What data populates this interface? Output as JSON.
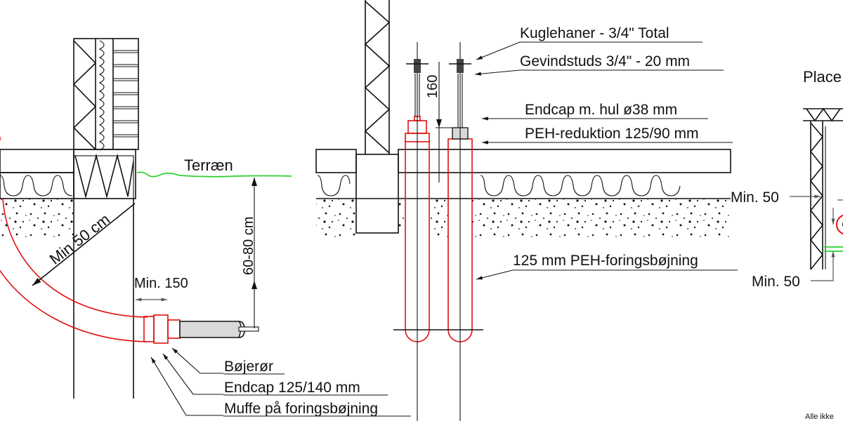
{
  "drawing": {
    "colors": {
      "line": "#111111",
      "pipe_casing": "#e01010",
      "terrain": "#2fd12f",
      "fill_gray": "#d9d9d9",
      "dimension_gray": "#555555"
    },
    "left_section": {
      "terrain_label": "Terræn",
      "bend_radius_label": "Min 50 cm",
      "depth_label": "60-80 cm",
      "offset_label": "Min. 150",
      "callouts": [
        "Bøjerør",
        "Endcap 125/140 mm",
        "Muffe på foringsbøjning"
      ]
    },
    "middle_section": {
      "height_label": "160",
      "callouts": [
        "Kuglehaner - 3/4\" Total",
        "Gevindstuds 3/4\" - 20 mm",
        "Endcap m. hul ø38 mm",
        "PEH-reduktion 125/90 mm",
        "125 mm PEH-foringsbøjning"
      ]
    },
    "right_section": {
      "title_partial": "Place",
      "min_top_label": "Min. 50",
      "min_bottom_label": "Min. 50",
      "footer_partial": "Alle ikke"
    }
  }
}
